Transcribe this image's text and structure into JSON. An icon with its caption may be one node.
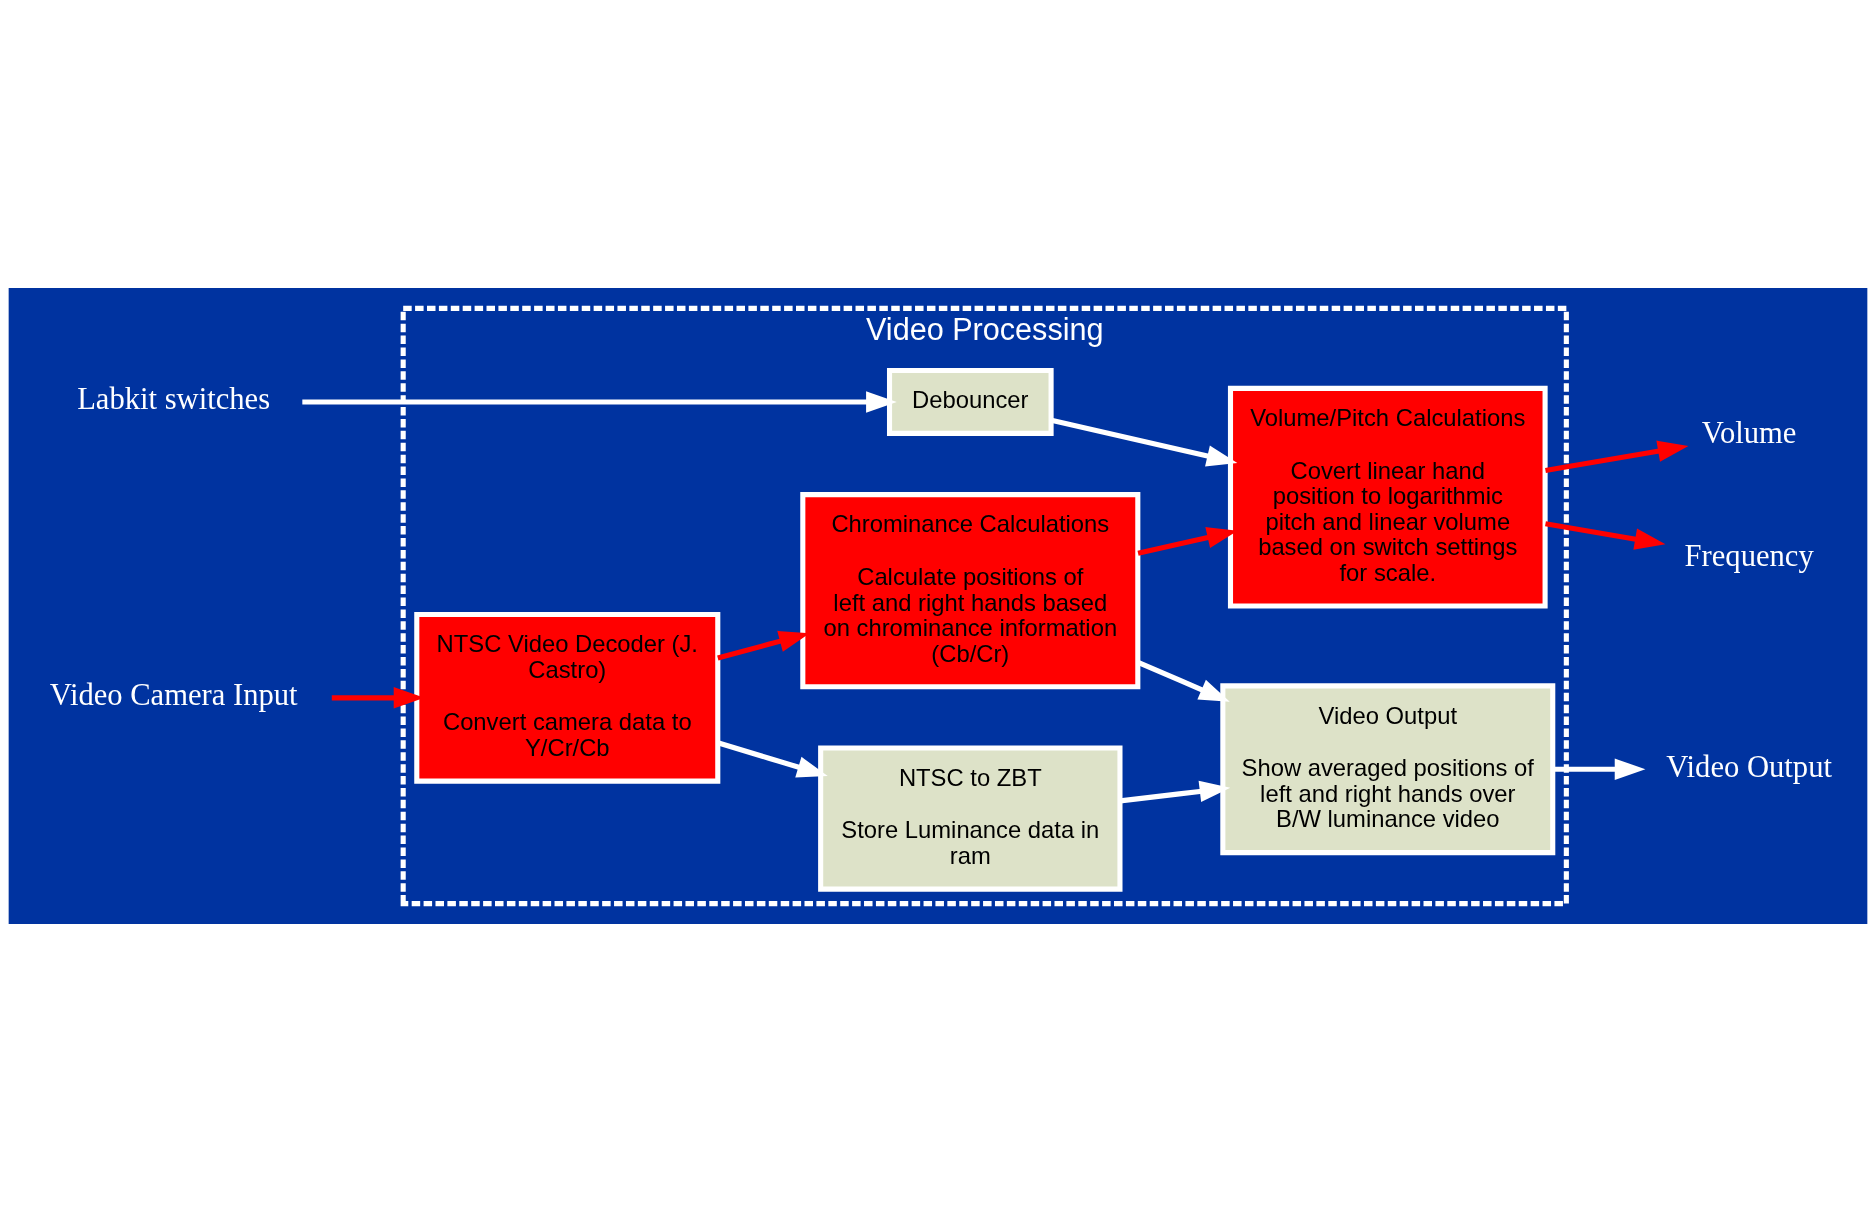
{
  "diagram": {
    "nodes": [
      {
        "text": [
          "Video Processing"
        ]
      },
      {
        "text": [
          "NTSC Video Decoder (J. Castro)",
          "Convert camera data to Y/Cr/Cb"
        ],
        "in": 0
      },
      {
        "text": [
          "NTSC to ZBT",
          "Store Luminance data in ram"
        ],
        "in": 0
      },
      {
        "text": [
          "Video Output",
          "Show averaged positions of left and right hands over B/W luminance video"
        ],
        "in": 0
      },
      {
        "text": [
          "Chrominance Calculations",
          "Calculate positions of left and right hands based on chrominance information (Cb/Cr)"
        ],
        "in": 0
      },
      {
        "text": [
          "Volume/Pitch Calculations",
          "Covert linear hand position to logarithmic pitch and linear volume based on switch settings for scale."
        ],
        "in": 0
      },
      {
        "text": [
          "Debouncer"
        ],
        "in": 0
      },
      {
        "text": [
          "Video Camera Input"
        ]
      },
      {
        "text": [
          "Video Output"
        ]
      },
      {
        "text": [
          "Labkit switches"
        ]
      },
      {
        "text": [
          "Frequency"
        ]
      },
      {
        "text": [
          "Volume"
        ]
      }
    ],
    "edges": [
      {
        "from": 7,
        "to": 1,
        "arrow": "to",
        "color": "#ff0000"
      },
      {
        "from": 1,
        "to": 2,
        "arrow": "to"
      },
      {
        "from": 2,
        "to": 3,
        "arrow": "to"
      },
      {
        "from": 3,
        "to": 8,
        "arrow": "to"
      },
      {
        "from": 1,
        "to": 4,
        "arrow": "to",
        "color": "#ff0000"
      },
      {
        "from": 4,
        "to": 3,
        "arrow": "to"
      },
      {
        "from": 4,
        "to": 5,
        "arrow": "to",
        "color": "#ff0000"
      },
      {
        "from": 9,
        "to": 6,
        "arrow": "to"
      },
      {
        "from": 6,
        "to": 5,
        "arrow": "to"
      },
      {
        "from": 5,
        "to": 10,
        "arrow": "to",
        "color": "#ff0000"
      },
      {
        "from": 5,
        "to": 11,
        "arrow": "to",
        "color": "#ff0000"
      }
    ]
  }
}
